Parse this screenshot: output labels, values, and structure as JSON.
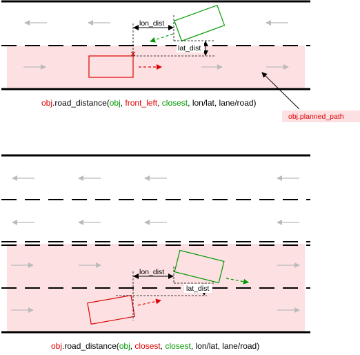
{
  "colors": {
    "obj": "#dd0000",
    "green": "#009900",
    "black": "#000000",
    "planned_path_fill": "#fde0e2",
    "arrow_gray": "#bbbbbb"
  },
  "labels": {
    "lon_dist": "lon_dist",
    "lat_dist": "lat_dist",
    "planned_path": "obj.planned_path"
  },
  "caption1": {
    "obj": "obj",
    "method": ".road_distance(",
    "arg_obj": "obj",
    "sep1": ", ",
    "arg_side": "front_left",
    "sep2": ", ",
    "arg_mode": "closest",
    "rest": ", lon/lat, lane/road)"
  },
  "caption2": {
    "obj": "obj",
    "method": ".road_distance(",
    "arg_obj": "obj",
    "sep1": ", ",
    "arg_side": "closest",
    "sep2": ", ",
    "arg_mode": "closest",
    "rest": ", lon/lat, lane/road)"
  }
}
